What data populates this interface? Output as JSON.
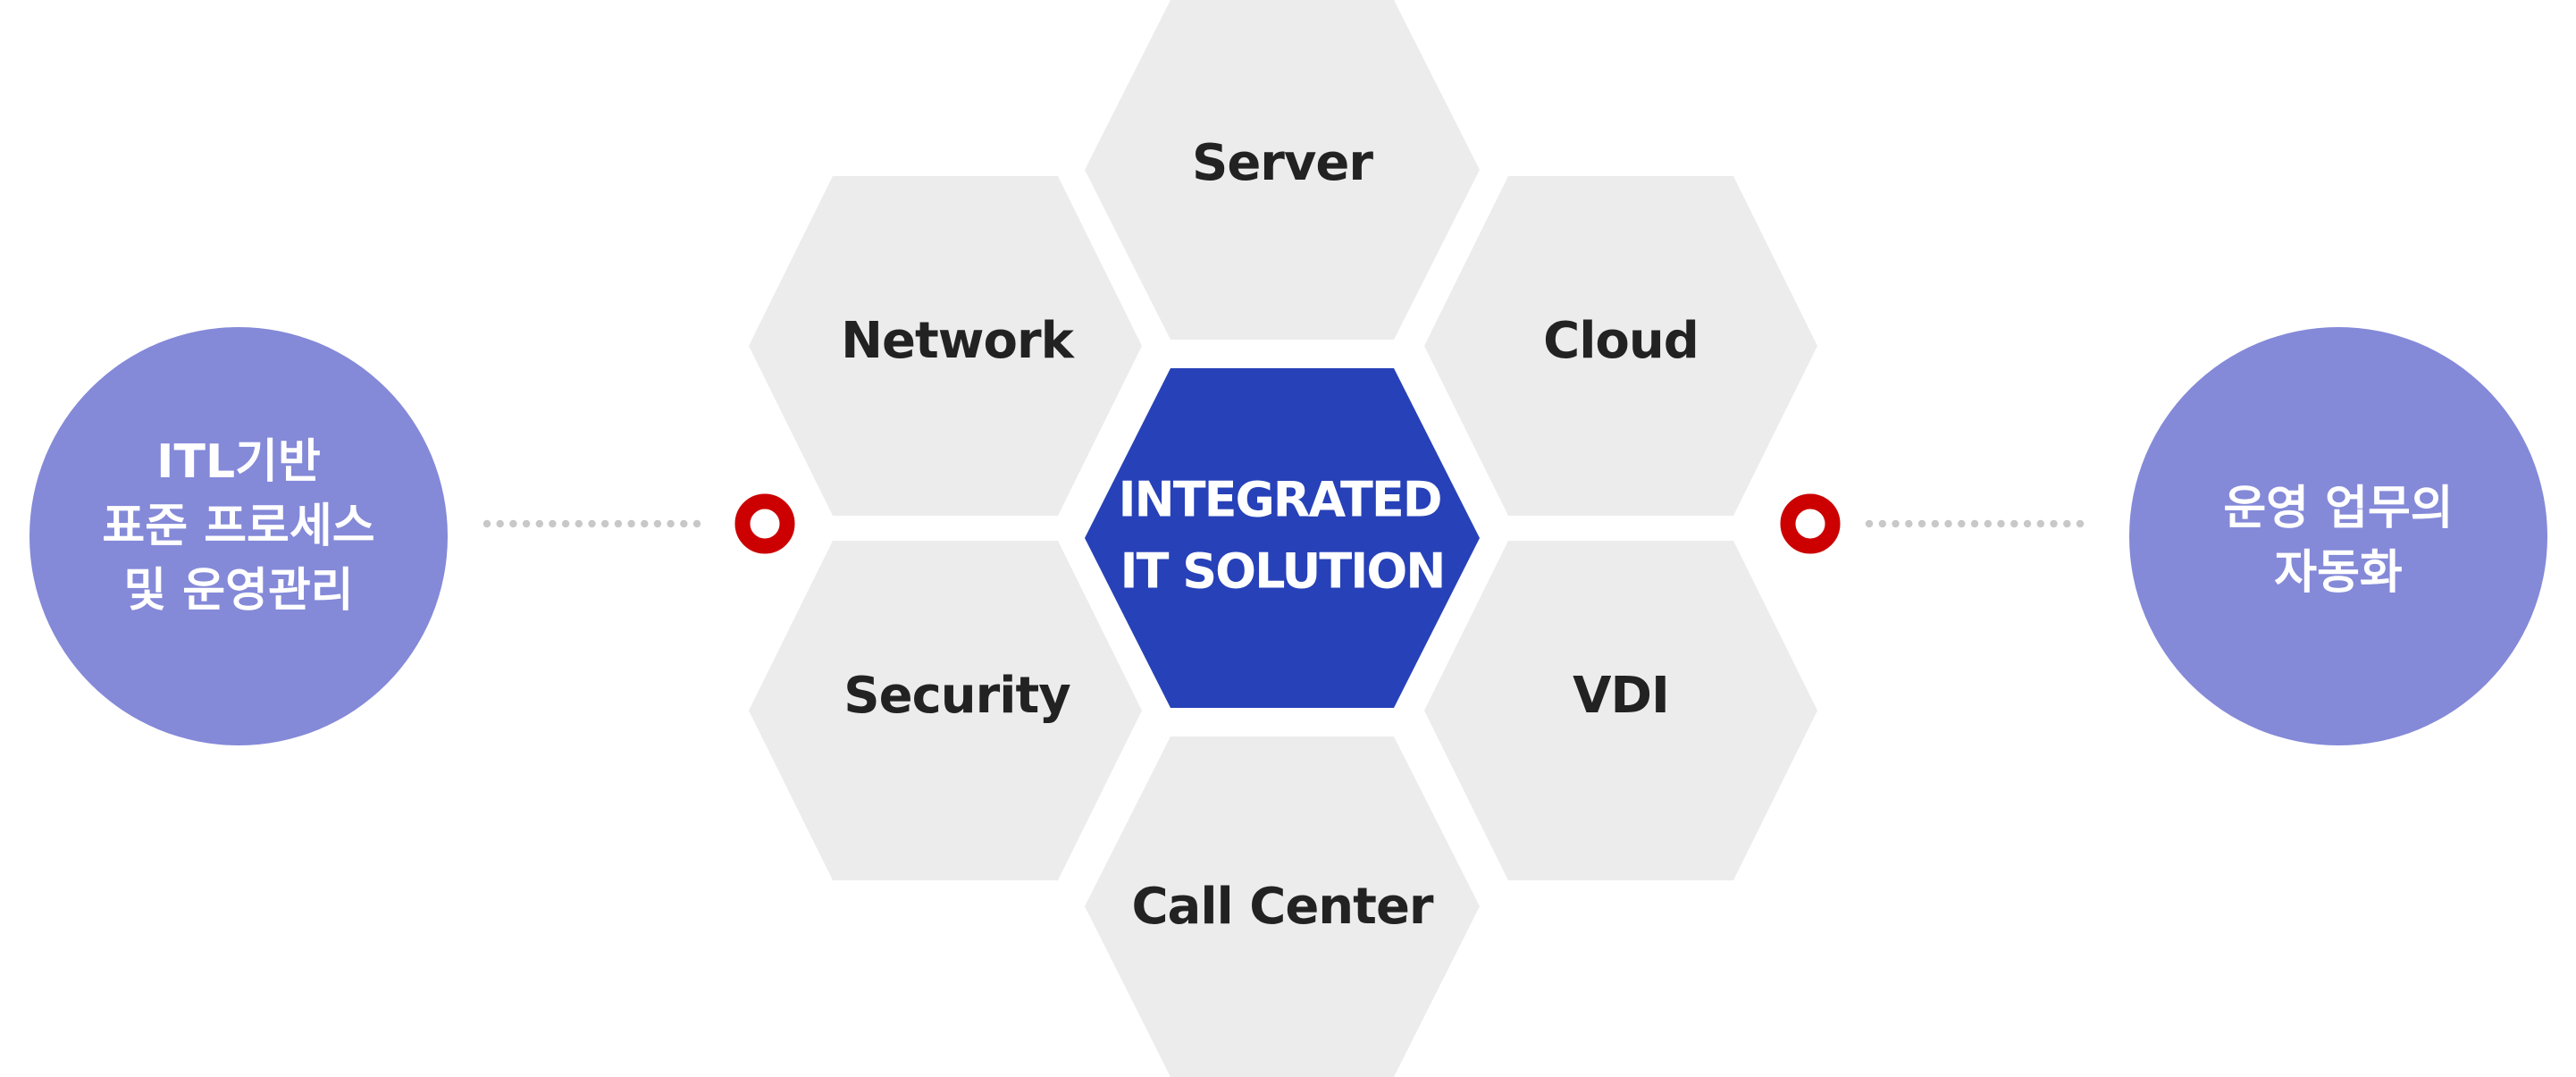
{
  "colors": {
    "hex_fill": "#ececec",
    "center_fill": "#2741b8",
    "circle_fill": "#8489d8",
    "ring_color": "#cc0000",
    "dot_color": "#c8c8c8"
  },
  "center": {
    "line1": "INTEGRATED",
    "line2": "IT SOLUTION"
  },
  "hexes": {
    "server": "Server",
    "network": "Network",
    "cloud": "Cloud",
    "security": "Security",
    "vdi": "VDI",
    "call_center": "Call Center"
  },
  "left_circle": {
    "line1": "ITL기반",
    "line2": "표준 프로세스",
    "line3": "및 운영관리"
  },
  "right_circle": {
    "line1": "운영 업무의",
    "line2": "자동화"
  }
}
